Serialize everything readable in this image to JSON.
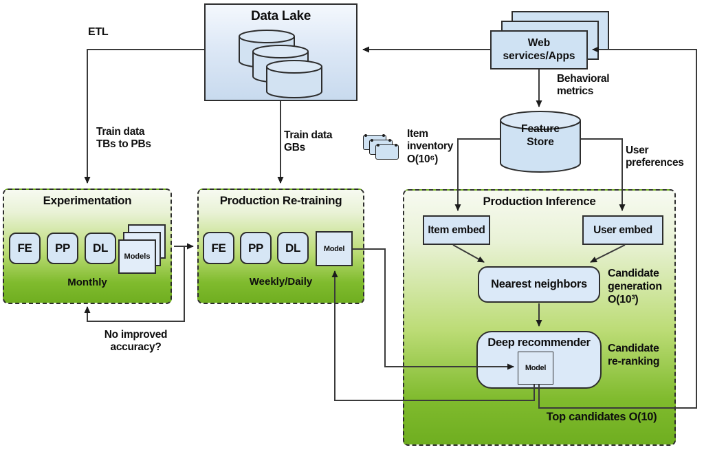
{
  "nodes": {
    "data_lake": {
      "title": "Data Lake"
    },
    "web_services": {
      "label": "Web\nservices/Apps"
    },
    "feature_store": {
      "label": "Feature\nStore"
    },
    "experimentation": {
      "title": "Experimentation",
      "steps": [
        "FE",
        "PP",
        "DL"
      ],
      "models_label": "Models",
      "cadence": "Monthly"
    },
    "retraining": {
      "title": "Production Re-training",
      "steps": [
        "FE",
        "PP",
        "DL"
      ],
      "model_label": "Model",
      "cadence": "Weekly/Daily"
    },
    "inference": {
      "title": "Production Inference",
      "item_embed": "Item embed",
      "user_embed": "User embed",
      "nearest_neighbors": "Nearest neighbors",
      "deep_recommender": "Deep recommender",
      "model_label": "Model"
    }
  },
  "edge_labels": {
    "etl": "ETL",
    "train_tbs": "Train data\nTBs to PBs",
    "train_gbs": "Train data\nGBs",
    "behavioral_metrics": "Behavioral\nmetrics",
    "item_inventory": "Item\ninventory\nO(10⁶)",
    "user_preferences": "User\npreferences",
    "no_improved": "No improved\naccuracy?",
    "candidate_generation": "Candidate\ngeneration\nO(10³)",
    "candidate_reranking": "Candidate\nre-ranking",
    "top_candidates": "Top candidates O(10)"
  },
  "colors": {
    "stage_green": "#76b82a",
    "node_blue": "#d6e6f5",
    "line": "#3a3a3a"
  }
}
